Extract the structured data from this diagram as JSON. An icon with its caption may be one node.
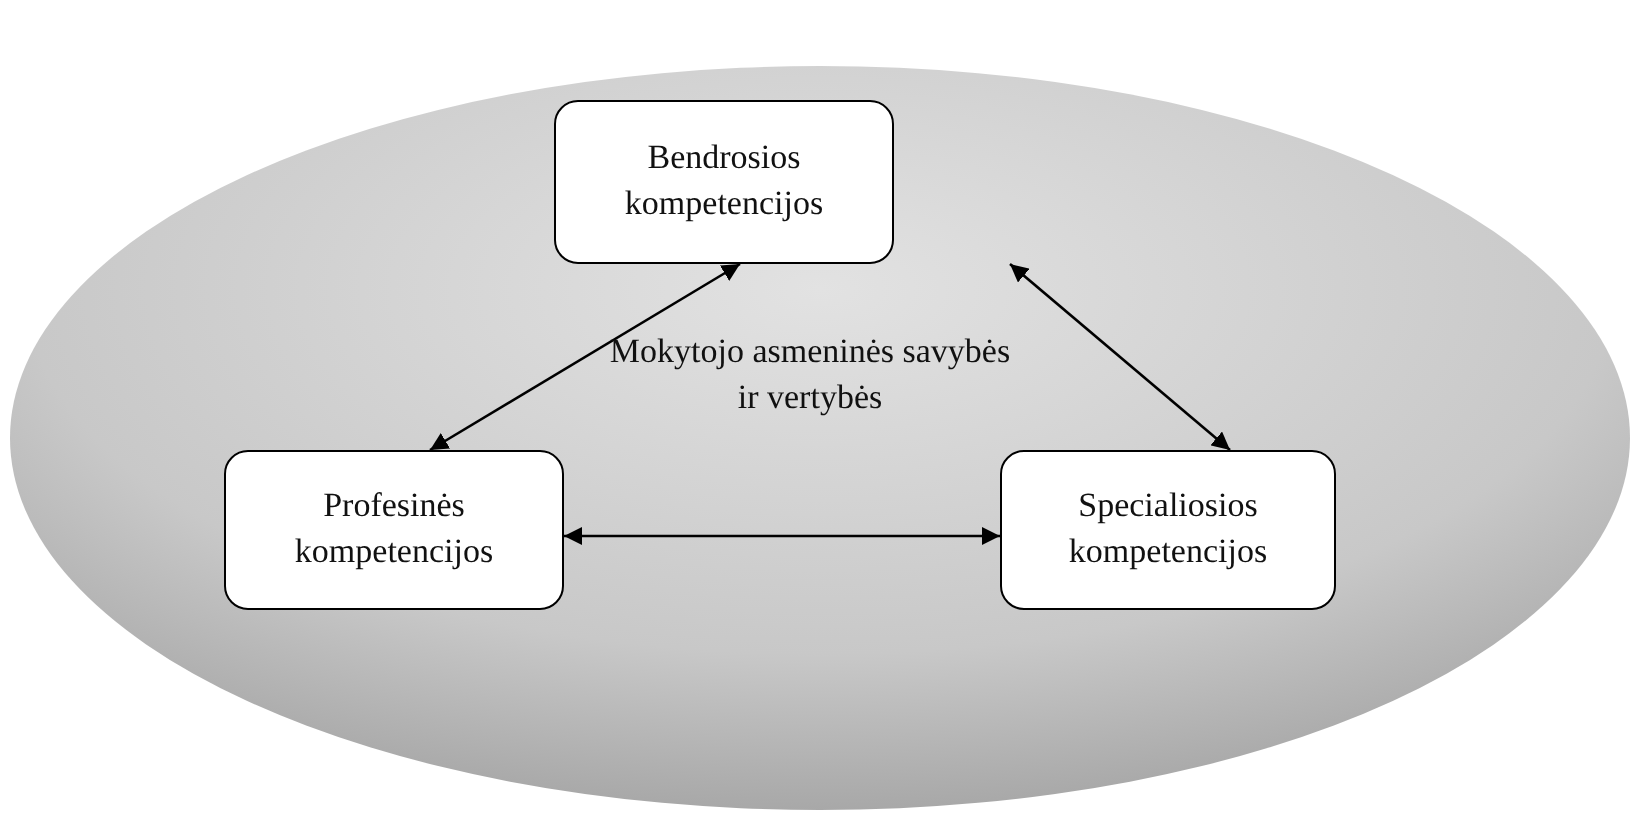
{
  "diagram": {
    "nodes": [
      {
        "text": [
          "Mokytojo asmeninės savybės ir vertybės"
        ]
      },
      {
        "text": [
          "Bendrosios kompetencijos"
        ],
        "in": 0
      },
      {
        "text": [
          "Profesinės kompetencijos"
        ],
        "in": 0
      },
      {
        "text": [
          "Specialiosios kompetencijos"
        ],
        "in": 0
      }
    ],
    "edges": [
      {
        "from": 1,
        "to": 2,
        "arrow": "both"
      },
      {
        "from": 1,
        "to": 3,
        "arrow": "both"
      },
      {
        "from": 2,
        "to": 3,
        "arrow": "both"
      }
    ]
  }
}
